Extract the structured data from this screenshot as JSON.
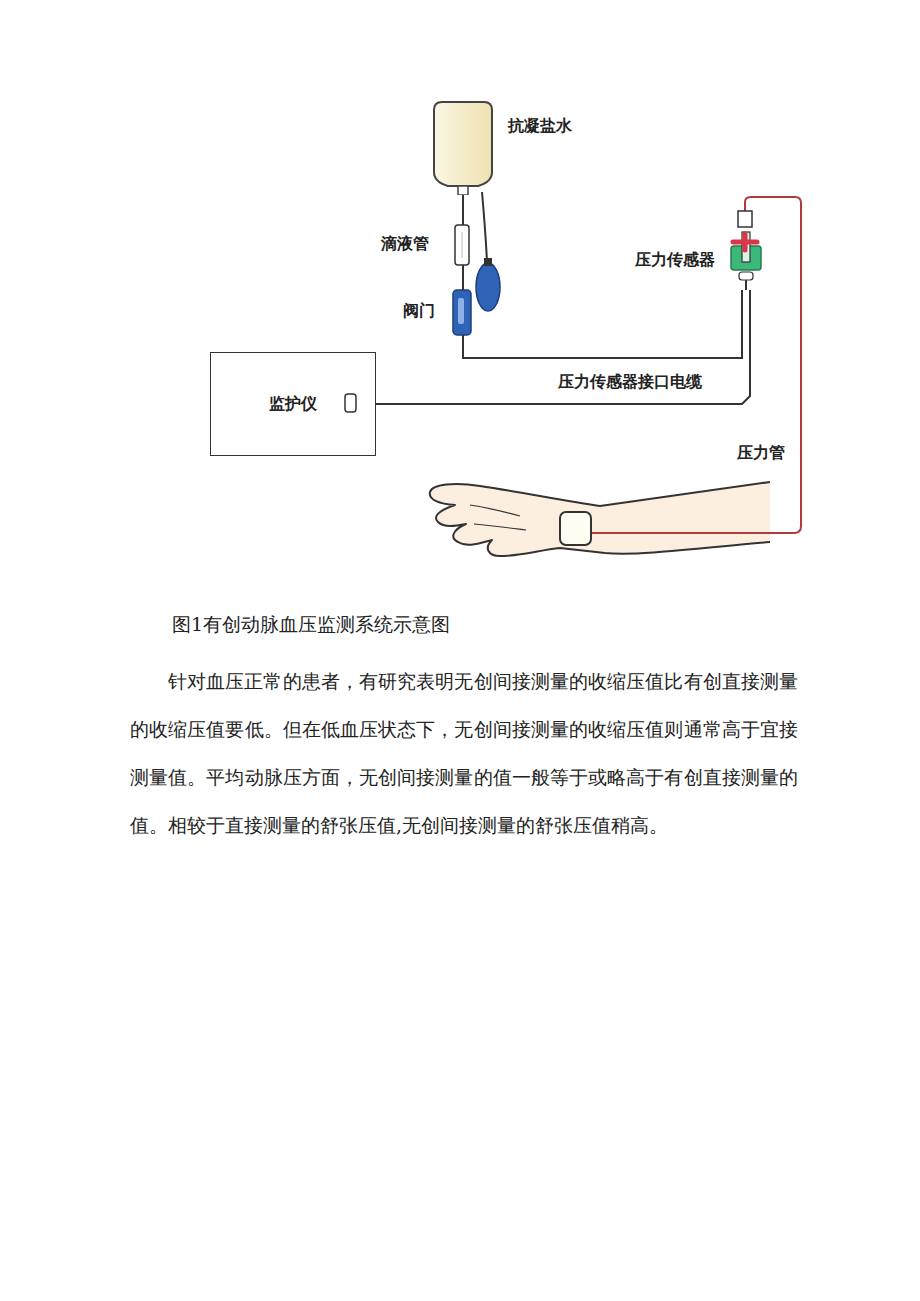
{
  "diagram": {
    "caption": "图1有创动脉血压监测系统示意图",
    "nodes": [
      {
        "text": [
          "抗凝盐水"
        ]
      },
      {
        "text": [
          "压力传感器"
        ]
      },
      {
        "text": [
          "监护仪"
        ]
      }
    ],
    "edges": [
      {
        "from": 0,
        "to": 1,
        "arrow": "none"
      },
      {
        "from": 2,
        "to": 1,
        "label": "压力传感器接口电缆",
        "arrow": "none"
      }
    ],
    "labels": [
      "滴液管",
      "阀门",
      "压力管",
      "针对血压正常的患者，有研究表明无创间接测量的收缩压值比有创直接测量的收缩压值要低。但在低血压状态下，无创间接测量的收缩压值则通常高于宜接测量值。平均动脉压方面，无创间接测量的值一般等于或略高于有创直接测量的值。相较于直接测量的舒张压值,无创间接测量的舒张压值稍高。"
    ]
  }
}
